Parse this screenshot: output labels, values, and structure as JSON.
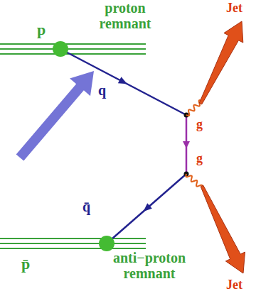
{
  "diagram": {
    "labels": [
      "p",
      "proton remnant",
      "q",
      "g",
      "g",
      "q̄",
      "p̄",
      "anti−proton remnant",
      "Jet",
      "Jet"
    ]
  }
}
